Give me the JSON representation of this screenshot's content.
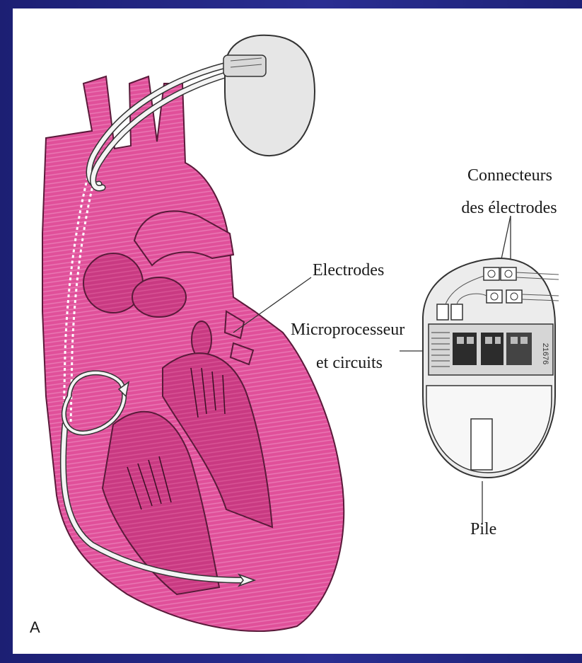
{
  "figure_letter": "A",
  "labels": {
    "connecteurs_line1": "Connecteurs",
    "connecteurs_line2": "des électrodes",
    "electrodes": "Electrodes",
    "microprocesseur_line1": "Microprocesseur",
    "microprocesseur_line2": "et circuits",
    "pile": "Pile",
    "device_serial": "21676"
  },
  "colors": {
    "heart_fill": "#e0509a",
    "heart_dark": "#b0235f",
    "background_frame": "#2b2f8f",
    "panel": "#ffffff"
  }
}
